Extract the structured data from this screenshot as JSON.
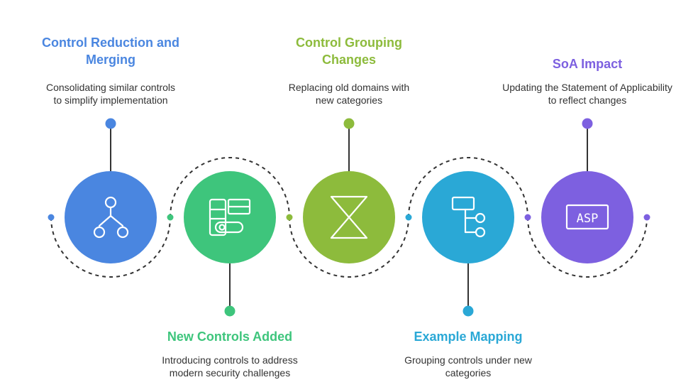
{
  "colors": {
    "blue": "#4a86e0",
    "green": "#3ec57c",
    "lime": "#8dbb3c",
    "cyan": "#2aa8d6",
    "purple": "#7d60e0",
    "connector": "#333333",
    "icon_stroke": "#ffffff"
  },
  "steps": [
    {
      "title": "Control Reduction and Merging",
      "description": "Consolidating similar controls to simplify implementation",
      "icon": "hierarchy-icon",
      "color": "blue",
      "position": "top"
    },
    {
      "title": "New Controls Added",
      "description": "Introducing controls to address modern security challenges",
      "icon": "grid-toggle-icon",
      "color": "green",
      "position": "bottom"
    },
    {
      "title": "Control Grouping Changes",
      "description": "Replacing old domains with new categories",
      "icon": "hourglass-icon",
      "color": "lime",
      "position": "top"
    },
    {
      "title": "Example Mapping",
      "description": "Grouping controls under new categories",
      "icon": "tree-structure-icon",
      "color": "cyan",
      "position": "bottom"
    },
    {
      "title": "SoA Impact",
      "description": "Updating the Statement of Applicability to reflect changes",
      "icon": "asp-box-icon",
      "color": "purple",
      "position": "top"
    }
  ],
  "icon_text": {
    "asp": "ASP"
  }
}
